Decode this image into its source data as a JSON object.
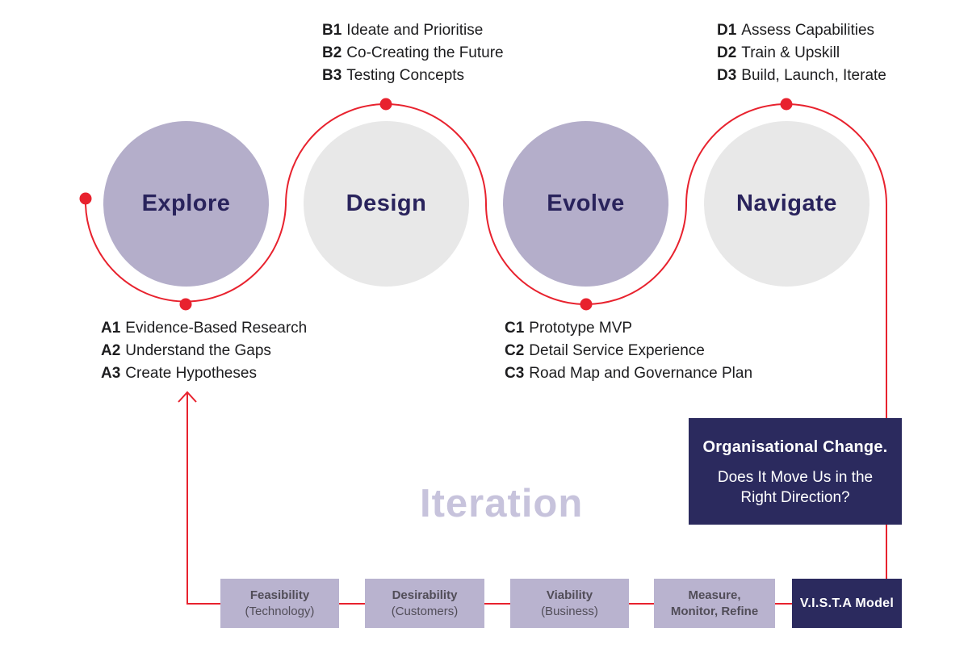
{
  "palette": {
    "accent_red": "#e8222e",
    "navy": "#2b2a5e",
    "text_dark": "#1d1d1f",
    "circle_purple": "#b4aeca",
    "circle_gray": "#e8e8e8",
    "circle_label": "#29235c",
    "box_purple": "#b9b3cf",
    "box_text": "#514d58",
    "iteration": "#c7c3dc"
  },
  "stages": [
    {
      "label": "Explore",
      "items": [
        {
          "id": "A1",
          "text": "Evidence-Based Research"
        },
        {
          "id": "A2",
          "text": "Understand the Gaps"
        },
        {
          "id": "A3",
          "text": "Create Hypotheses"
        }
      ]
    },
    {
      "label": "Design",
      "items": [
        {
          "id": "B1",
          "text": "Ideate and Prioritise"
        },
        {
          "id": "B2",
          "text": "Co-Creating the Future"
        },
        {
          "id": "B3",
          "text": "Testing Concepts"
        }
      ]
    },
    {
      "label": "Evolve",
      "items": [
        {
          "id": "C1",
          "text": "Prototype MVP"
        },
        {
          "id": "C2",
          "text": "Detail Service Experience"
        },
        {
          "id": "C3",
          "text": "Road Map and Governance Plan"
        }
      ]
    },
    {
      "label": "Navigate",
      "items": [
        {
          "id": "D1",
          "text": "Assess Capabilities"
        },
        {
          "id": "D2",
          "text": "Train & Upskill"
        },
        {
          "id": "D3",
          "text": "Build, Launch, Iterate"
        }
      ]
    }
  ],
  "iteration_label": "Iteration",
  "callout": {
    "title": "Organisational Change.",
    "line1": "Does It Move Us in the",
    "line2": "Right Direction?"
  },
  "bottom_row": [
    {
      "line1": "Feasibility",
      "line2": "(Technology)"
    },
    {
      "line1": "Desirability",
      "line2": "(Customers)"
    },
    {
      "line1": "Viability",
      "line2": "(Business)"
    },
    {
      "line1": "Measure,",
      "line2": "Monitor, Refine"
    },
    {
      "label": "V.I.S.T.A Model"
    }
  ]
}
